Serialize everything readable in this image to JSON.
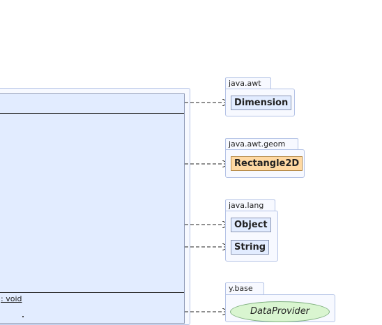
{
  "main_class": {
    "operation_text": ": void"
  },
  "packages": [
    {
      "name": "java.awt",
      "classes": [
        {
          "name": "Dimension",
          "highlighted": false
        }
      ]
    },
    {
      "name": "java.awt.geom",
      "classes": [
        {
          "name": "Rectangle2D",
          "highlighted": true
        }
      ]
    },
    {
      "name": "java.lang",
      "classes": [
        {
          "name": "Object",
          "highlighted": false
        },
        {
          "name": "String",
          "highlighted": false
        }
      ]
    },
    {
      "name": "y.base",
      "interfaces": [
        {
          "name": "DataProvider"
        }
      ]
    }
  ],
  "colors": {
    "class_fill": "#e2ecff",
    "highlight_fill": "#ffd9a3",
    "interface_fill": "#d9f5d0",
    "package_border": "#b4c3e6"
  }
}
